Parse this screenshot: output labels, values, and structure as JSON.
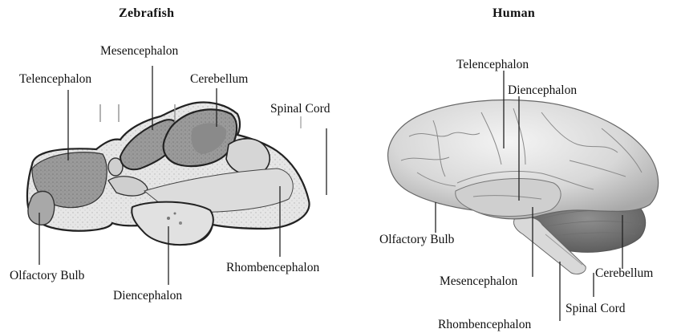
{
  "zebrafish": {
    "title": "Zebrafish",
    "labels": {
      "mesencephalon": "Mesencephalon",
      "telencephalon": "Telencephalon",
      "cerebellum": "Cerebellum",
      "spinal_cord": "Spinal Cord",
      "rhombencephalon": "Rhombencephalon",
      "olfactory_bulb": "Olfactory Bulb",
      "diencephalon": "Diencephalon"
    }
  },
  "human": {
    "title": "Human",
    "labels": {
      "telencephalon": "Telencephalon",
      "diencephalon": "Diencephalon",
      "olfactory_bulb": "Olfactory Bulb",
      "mesencephalon": "Mesencephalon",
      "cerebellum": "Cerebellum",
      "spinal_cord": "Spinal Cord",
      "rhombencephalon": "Rhombencephalon"
    }
  }
}
